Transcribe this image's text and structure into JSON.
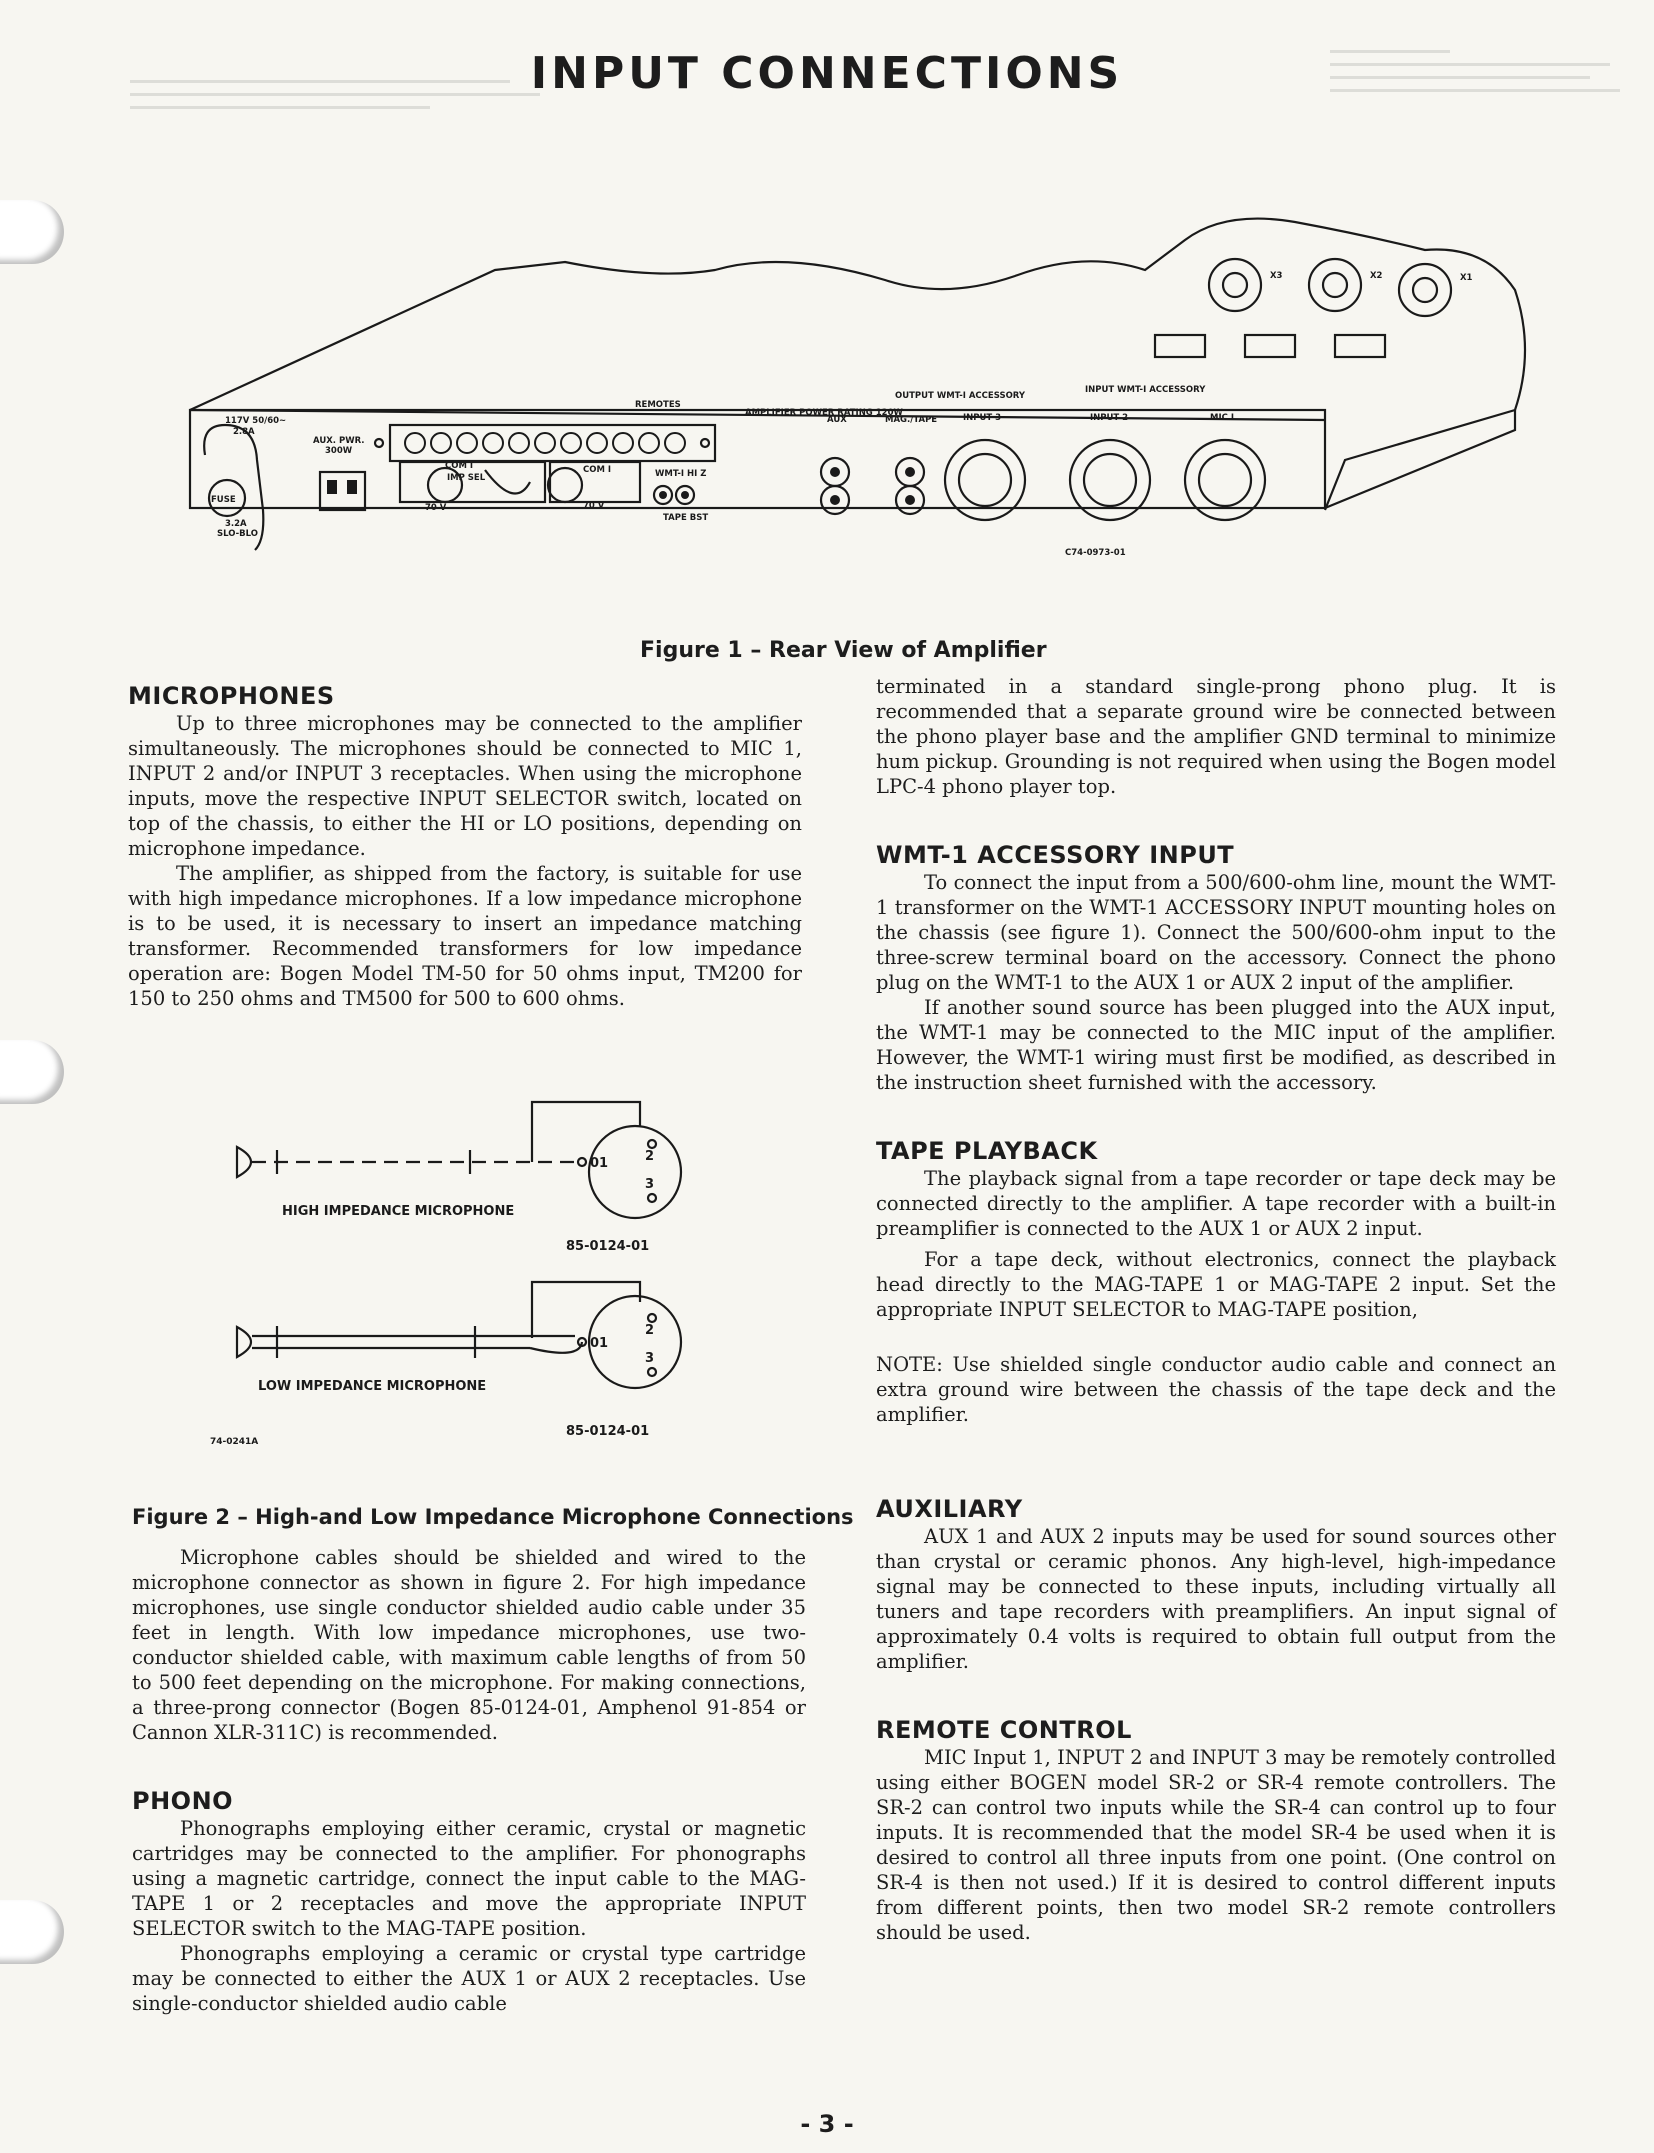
{
  "page": {
    "title": "INPUT CONNECTIONS",
    "page_number": "- 3 -"
  },
  "figure1": {
    "caption": "Figure 1 – Rear View of Amplifier",
    "part_number": "C74-0973-01",
    "power_label": "117V 50/60~",
    "amps": "2.8A",
    "aux_pwr": "AUX. PWR.",
    "aux_pwr_watts": "300W",
    "fuse": "FUSE",
    "fuse_rating": "3.2A",
    "fuse_type": "SLO-BLO",
    "com1_a": "COM I",
    "imp_sel": "IMP SEL",
    "v70_a": "70 V",
    "com1_b": "COM I",
    "v70_b": "70 V",
    "wmt_hiz": "WMT-I HI Z",
    "tape_bst": "TAPE BST",
    "aux": "AUX",
    "mag_tape": "MAG./TAPE",
    "input3": "INPUT 3",
    "input2": "INPUT 2",
    "mic1": "MIC I",
    "output_acc": "OUTPUT WMT-I ACCESSORY",
    "input_acc": "INPUT WMT-I ACCESSORY",
    "amp_power": "AMPLIFIER POWER RATING 120W",
    "remotes": "REMOTES",
    "x1": "X1",
    "x2": "X2",
    "x3": "X3"
  },
  "figure2": {
    "caption": "Figure 2 – High-and Low Impedance Microphone Connections",
    "high_label": "HIGH IMPEDANCE MICROPHONE",
    "low_label": "LOW IMPEDANCE MICROPHONE",
    "part_high": "85-0124-01",
    "part_low": "85-0124-01",
    "drawing_number": "74-0241A",
    "pin1": "01",
    "pin2": "2",
    "pin3": "3"
  },
  "left": {
    "microphones": {
      "heading": "MICROPHONES",
      "p1": "Up to three microphones may be connected to the amplifier simultaneously. The microphones should be connected to MIC 1, INPUT 2 and/or INPUT 3 receptacles. When using the microphone inputs, move the respective INPUT SELECTOR switch, located on top of the chassis, to either the HI or LO positions, depending on microphone impedance.",
      "p2": "The amplifier, as shipped from the factory, is suitable for use with high impedance microphones. If a low impedance microphone is to be used, it is necessary to insert an impedance matching transformer. Recommended transformers for low impedance operation are: Bogen Model TM-50 for 50 ohms input, TM200 for 150 to 250 ohms and TM500 for 500 to 600 ohms."
    },
    "cables": "Microphone cables should be shielded and wired to the microphone connector as shown in figure 2. For high impedance microphones, use single conductor shielded audio cable under 35 feet in length. With low impedance microphones, use two-conductor shielded cable, with maximum cable lengths of from 50 to 500 feet depending on the microphone. For making connections, a three-prong connector (Bogen 85-0124-01, Amphenol 91-854 or Cannon XLR-311C) is recommended.",
    "phono": {
      "heading": "PHONO",
      "p1": "Phonographs employing either ceramic, crystal or magnetic cartridges may be connected to the amplifier. For phonographs using a magnetic cartridge, connect the input cable to the MAG-TAPE 1 or 2 receptacles and move the appropriate INPUT SELECTOR switch to the MAG-TAPE position.",
      "p2": "Phonographs employing a ceramic or crystal type cartridge may be connected to either the AUX 1 or AUX 2 receptacles. Use single-conductor shielded audio cable"
    }
  },
  "right": {
    "phono_cont": "terminated in a standard single-prong phono plug. It is recommended that a separate ground wire be connected between the phono player base and the amplifier GND terminal to minimize hum pickup. Grounding is not required when using the Bogen model LPC-4 phono player top.",
    "wmt": {
      "heading": "WMT-1 ACCESSORY INPUT",
      "p1": "To connect the input from a 500/600-ohm line, mount the WMT-1 transformer on the WMT-1 ACCESSORY INPUT mounting holes on the chassis (see figure 1). Connect the 500/600-ohm input to the three-screw terminal board on the accessory. Connect the phono plug on the WMT-1 to the AUX 1 or AUX 2 input of the amplifier.",
      "p2": "If another sound source has been plugged into the AUX input, the WMT-1 may be connected to the MIC input of the amplifier. However, the WMT-1 wiring must first be modified, as described in the instruction sheet furnished with the accessory."
    },
    "tape": {
      "heading": "TAPE PLAYBACK",
      "p1": "The playback signal from a tape recorder or tape deck may be connected directly to the amplifier. A tape recorder with a built-in preamplifier is connected to the AUX 1 or AUX 2 input.",
      "p2": "For a tape deck, without electronics, connect the playback head directly to the MAG-TAPE 1 or MAG-TAPE 2 input. Set the appropriate INPUT SELECTOR to MAG-TAPE position,",
      "note": "NOTE: Use shielded single conductor audio cable and connect an extra ground wire between the chassis of the tape deck and the amplifier."
    },
    "auxiliary": {
      "heading": "AUXILIARY",
      "p1": "AUX 1 and AUX 2 inputs may be used for sound sources other than crystal or ceramic phonos. Any high-level, high-impedance signal may be connected to these inputs, including virtually all tuners and tape recorders with preamplifiers. An input signal of approximately 0.4 volts is required to obtain full output from the amplifier."
    },
    "remote": {
      "heading": "REMOTE CONTROL",
      "p1": "MIC Input 1, INPUT 2 and INPUT 3 may be remotely controlled using either BOGEN model SR-2 or SR-4 remote controllers. The SR-2 can control two inputs while the SR-4 can control up to four inputs. It is recommended that the model SR-4 be used when it is desired to control all three inputs from one point. (One control on SR-4 is then not used.) If it is desired to control different inputs from different points, then two model SR-2 remote controllers should be used."
    }
  }
}
